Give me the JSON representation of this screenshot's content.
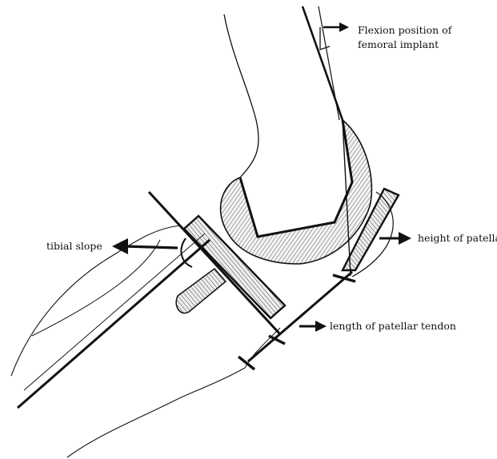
{
  "labels": {
    "flexion_line1": "Flexion position of",
    "flexion_line2": "femoral implant",
    "height_of_patella": "height of patella",
    "tibial_slope": "tibial slope",
    "patellar_tendon": "length of patellar tendon"
  },
  "colors": {
    "ink": "#111111",
    "hatch": "#555555",
    "background": "#ffffff"
  }
}
